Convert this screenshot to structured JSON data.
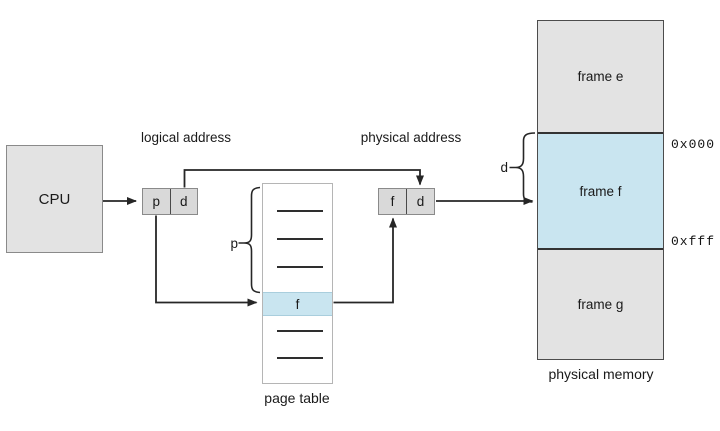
{
  "colors": {
    "box-gray": "#e3e3e3",
    "cell-gray": "#d9d9d9",
    "highlight-blue": "#c9e5f0",
    "line-dark": "#262626",
    "border-gray": "#8a8a8a",
    "memory-border": "#4c4c4c",
    "table-border": "#b5b5b5"
  },
  "cpu": {
    "label": "CPU"
  },
  "logical_address": {
    "label": "logical address",
    "p": "p",
    "d": "d"
  },
  "physical_address": {
    "label": "physical address",
    "f": "f",
    "d": "d"
  },
  "page_table": {
    "label": "page table",
    "entry_f": "f",
    "bracket_label": "p"
  },
  "physical_memory": {
    "label": "physical memory",
    "frame_e": "frame e",
    "frame_f": "frame f",
    "frame_g": "frame g",
    "offset_top": "0x000",
    "offset_bottom": "0xfff",
    "bracket_label": "d"
  }
}
